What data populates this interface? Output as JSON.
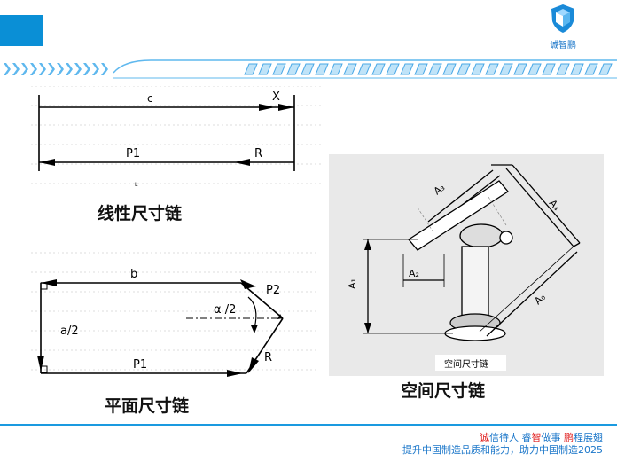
{
  "logo": {
    "text": "诚智鹏",
    "icon": "shield-cube-icon"
  },
  "linear_chain": {
    "label_c": "c",
    "label_x": "X",
    "label_p1": "P1",
    "label_r": "R",
    "label_l": "L",
    "caption": "线性尺寸链"
  },
  "planar_chain": {
    "label_b": "b",
    "label_p2": "P2",
    "label_alpha": "α /2",
    "label_a2": "a/2",
    "label_p1": "P1",
    "label_r": "R",
    "caption": "平面尺寸链"
  },
  "spatial_chain": {
    "label_a3": "A₃",
    "label_a4": "A₄",
    "label_a1": "A₁",
    "label_a2": "A₂",
    "label_a0": "A₀",
    "inner_caption": "空间尺寸链",
    "caption": "空间尺寸链"
  },
  "footer": {
    "slogan_c1": "诚",
    "slogan_s1": "信待人 睿",
    "slogan_c2": "智",
    "slogan_s2": "做事 ",
    "slogan_c3": "鹏",
    "slogan_s3": "程展翅",
    "slogan_line2": "提升中国制造品质和能力，助力中国制造2025"
  },
  "colors": {
    "accent": "#0a8fd6",
    "brand_red": "#e02020",
    "brand_blue": "#1a76c9"
  }
}
